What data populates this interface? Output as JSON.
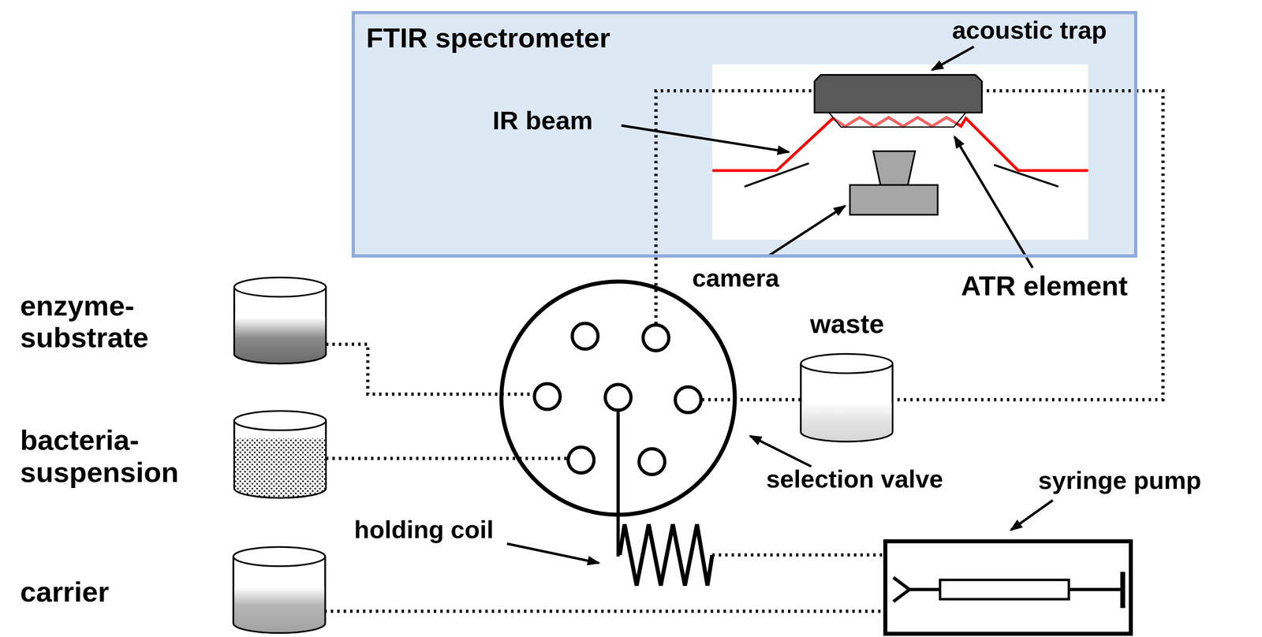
{
  "diagram": {
    "nodes": [
      {
        "text": [
          "FTIR spectrometer"
        ]
      },
      {
        "text": [
          "enzyme- substrate"
        ]
      },
      {
        "text": [
          "bacteria- suspension"
        ]
      },
      {
        "text": [
          "carrier"
        ]
      },
      {
        "text": [
          "waste"
        ]
      }
    ],
    "edges": [
      {
        "from": 4,
        "to": 0,
        "arrow": "none"
      }
    ],
    "labels": [
      "acoustic trap",
      "IR beam",
      "camera",
      "ATR element",
      "selection valve",
      "holding coil",
      "syringe pump"
    ]
  }
}
